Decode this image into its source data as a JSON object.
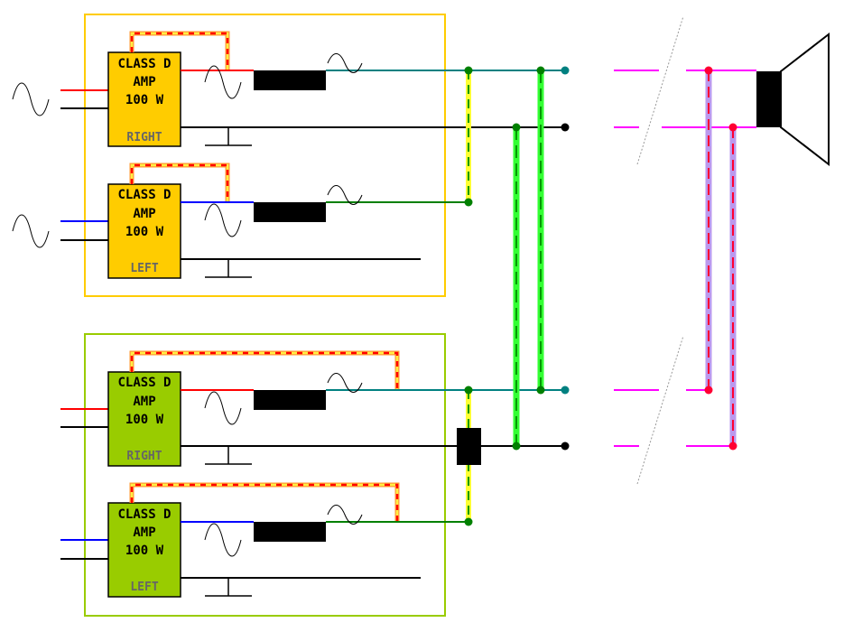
{
  "colors": {
    "box_a": "#ffcc00",
    "box_b": "#99cc00",
    "right_in": "#ff0000",
    "left_in": "#0000ff",
    "teal": "#008080",
    "green": "#008000",
    "black": "#000000",
    "yellow_bar": "#ffff33",
    "green_bar": "#33ff33",
    "dash_green": "#009900",
    "magenta": "#ff00ff",
    "lavender": "#bb99ee",
    "red_dot": "#ff0033",
    "chan_text": "#666666"
  },
  "amp_units": [
    {
      "label_line1": "CLASS D",
      "label_line2": "AMP",
      "label_line3": "100 W",
      "channel": "RIGHT"
    },
    {
      "label_line1": "CLASS D",
      "label_line2": "AMP",
      "label_line3": "100 W",
      "channel": "LEFT"
    },
    {
      "label_line1": "CLASS D",
      "label_line2": "AMP",
      "label_line3": "100 W",
      "channel": "RIGHT"
    },
    {
      "label_line1": "CLASS D",
      "label_line2": "AMP",
      "label_line3": "100 W",
      "channel": "LEFT"
    }
  ],
  "icons": {
    "input_wave": "sine-wave-icon",
    "output_wave": "sine-wave-icon",
    "ground": "ground-symbol-icon",
    "inductor": "output-filter-block",
    "speaker": "loudspeaker-icon"
  }
}
